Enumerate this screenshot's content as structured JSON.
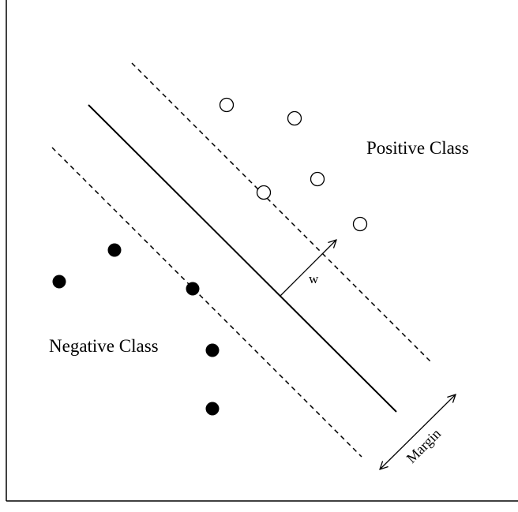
{
  "diagram": {
    "positive_label": "Positive Class",
    "negative_label": "Negative Class",
    "w_label": "w",
    "margin_label": "Margin"
  },
  "colors": {
    "ink": "#000000",
    "background": "#ffffff"
  }
}
